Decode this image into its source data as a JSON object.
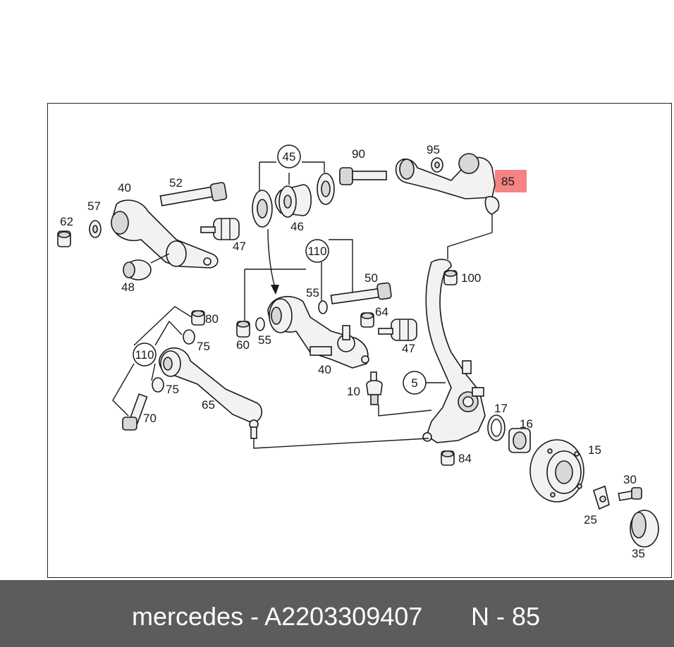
{
  "diagram": {
    "labels": {
      "p40a": "40",
      "p52": "52",
      "p57": "57",
      "p62": "62",
      "p47a": "47",
      "p48": "48",
      "p45": "45",
      "p46": "46",
      "p90": "90",
      "p95": "95",
      "p85": "85",
      "p110a": "110",
      "p55a": "55",
      "p50": "50",
      "p64": "64",
      "p60": "60",
      "p55b": "55",
      "p47b": "47",
      "p40b": "40",
      "p100": "100",
      "p80": "80",
      "p75a": "75",
      "p110b": "110",
      "p75b": "75",
      "p65": "65",
      "p70": "70",
      "p10": "10",
      "p5": "5",
      "p17": "17",
      "p16": "16",
      "p15": "15",
      "p84": "84",
      "p30": "30",
      "p25": "25",
      "p35": "35"
    },
    "highlight_color": "#f26d6d"
  },
  "caption": {
    "text": "mercedes - A2203309407",
    "ref": "N - 85"
  }
}
